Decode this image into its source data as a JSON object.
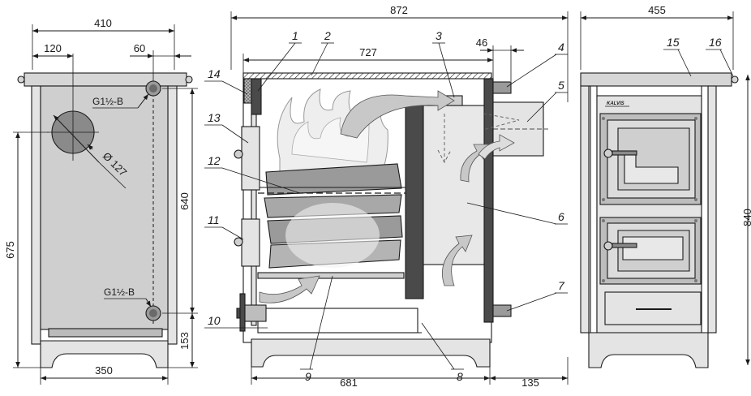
{
  "views": {
    "rear": {
      "dims": {
        "width_top": "410",
        "flue_offset": "120",
        "pipe_offset": "60",
        "outlet_height": "640",
        "flue_height": "675",
        "inlet_height": "153",
        "width_bottom": "350",
        "flue_diameter": "Ø 127"
      },
      "connections": {
        "top": "G1½-B",
        "bottom": "G1½-B"
      }
    },
    "section": {
      "dims": {
        "total_width": "872",
        "inner_width": "727",
        "outlet_offset": "46",
        "base_width": "681",
        "side_depth": "135"
      },
      "callouts": [
        "1",
        "2",
        "3",
        "4",
        "5",
        "6",
        "7",
        "8",
        "9",
        "10",
        "11",
        "12",
        "13",
        "14"
      ]
    },
    "front": {
      "dims": {
        "width": "455",
        "height": "840"
      },
      "brand": "KALVIS",
      "callouts": [
        "15",
        "16"
      ]
    }
  },
  "colors": {
    "line": "#1a1a1a",
    "body_fill": "#d6d6d6",
    "panel_fill": "#e4e4e4",
    "dark_fill": "#4a4a4a",
    "arrow_fill": "#c8c8c8"
  }
}
